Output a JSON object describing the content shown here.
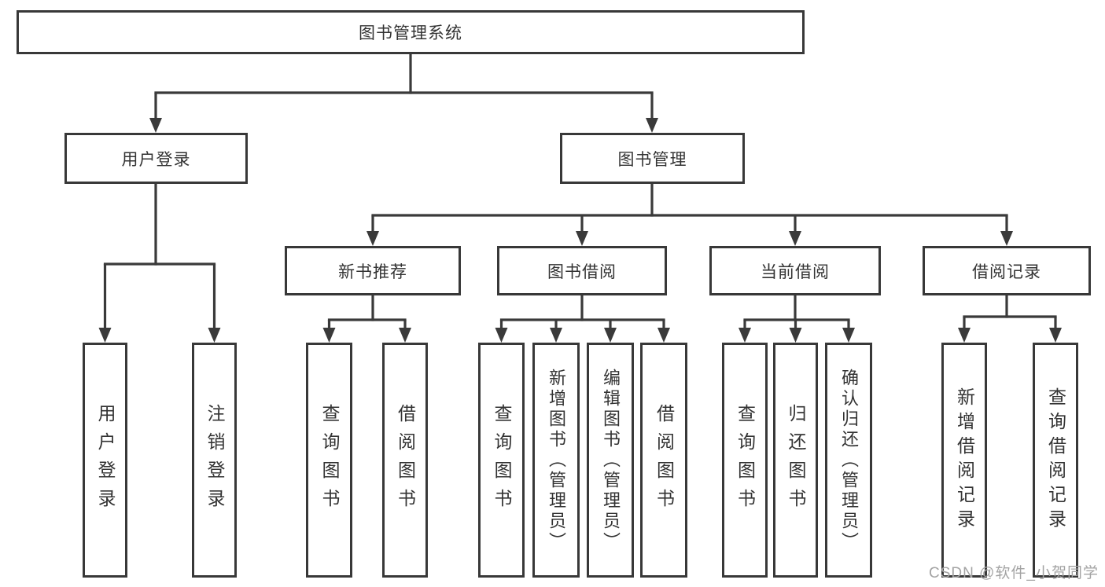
{
  "nodes": {
    "root": {
      "label": "图书管理系统"
    },
    "user_login": {
      "label": "用户登录"
    },
    "book_management": {
      "label": "图书管理"
    },
    "new_book_recommend": {
      "label": "新书推荐"
    },
    "book_borrow": {
      "label": "图书借阅"
    },
    "current_borrow": {
      "label": "当前借阅"
    },
    "borrow_records": {
      "label": "借阅记录"
    },
    "leaf_user_login": {
      "label": "用户登录"
    },
    "leaf_logout": {
      "label": "注销登录"
    },
    "leaf_query_book_a": {
      "label": "查询图书"
    },
    "leaf_borrow_book_a": {
      "label": "借阅图书"
    },
    "leaf_query_book_b": {
      "label": "查询图书"
    },
    "leaf_add_book": {
      "label": "新增图书（管理员）"
    },
    "leaf_edit_book": {
      "label": "编辑图书（管理员）"
    },
    "leaf_borrow_book_b": {
      "label": "借阅图书"
    },
    "leaf_query_book_c": {
      "label": "查询图书"
    },
    "leaf_return_book": {
      "label": "归还图书"
    },
    "leaf_confirm_return": {
      "label": "确认归还（管理员）"
    },
    "leaf_add_record": {
      "label": "新增借阅记录"
    },
    "leaf_query_record": {
      "label": "查询借阅记录"
    }
  },
  "hierarchy": {
    "root": [
      "user_login",
      "book_management"
    ],
    "user_login": [
      "leaf_user_login",
      "leaf_logout"
    ],
    "book_management": [
      "new_book_recommend",
      "book_borrow",
      "current_borrow",
      "borrow_records"
    ],
    "new_book_recommend": [
      "leaf_query_book_a",
      "leaf_borrow_book_a"
    ],
    "book_borrow": [
      "leaf_query_book_b",
      "leaf_add_book",
      "leaf_edit_book",
      "leaf_borrow_book_b"
    ],
    "current_borrow": [
      "leaf_query_book_c",
      "leaf_return_book",
      "leaf_confirm_return"
    ],
    "borrow_records": [
      "leaf_add_record",
      "leaf_query_record"
    ]
  },
  "watermark": {
    "text": "CSDN @软件_小贺同学"
  },
  "colors": {
    "line": "#3a3a3a",
    "text": "#333333",
    "box_fill": "#ffffff",
    "background": "#ffffff",
    "watermark": "#a3a3a3"
  }
}
